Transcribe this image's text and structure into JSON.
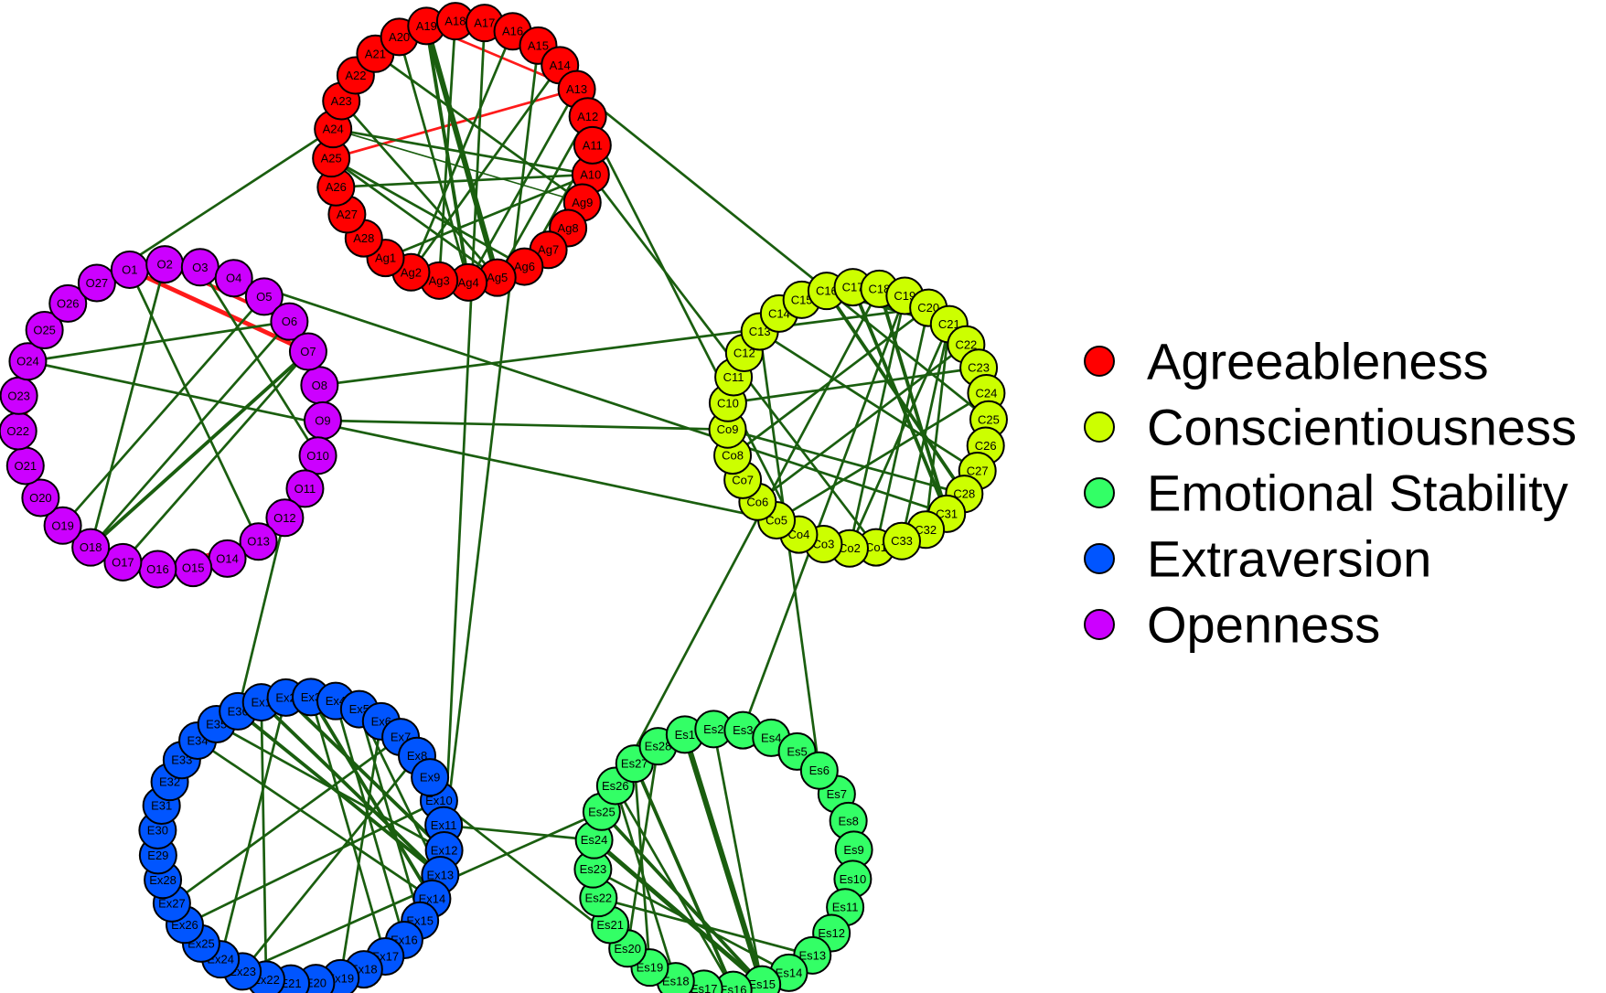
{
  "legend": [
    {
      "label": "Agreeableness",
      "color": "#ff0000"
    },
    {
      "label": "Conscientiousness",
      "color": "#ccff00"
    },
    {
      "label": "Emotional Stability",
      "color": "#33ff66"
    },
    {
      "label": "Extraversion",
      "color": "#0055ff"
    },
    {
      "label": "Openness",
      "color": "#cc00ff"
    }
  ],
  "edge_colors": {
    "positive": "#1a5e0f",
    "negative": "#ff1a1a"
  },
  "groups": [
    {
      "id": "agreeableness",
      "color": "#ff0000",
      "nodes": [
        "A10",
        "Ag9",
        "Ag8",
        "Ag7",
        "Ag6",
        "Ag5",
        "Ag4",
        "Ag3",
        "Ag2",
        "Ag1",
        "A28",
        "A27",
        "A26",
        "A25",
        "A24",
        "A23",
        "A22",
        "A21",
        "A20",
        "A19",
        "A18",
        "A17",
        "A16",
        "A15",
        "A14",
        "A13",
        "A12",
        "A11"
      ]
    },
    {
      "id": "conscientiousness",
      "color": "#ccff00",
      "nodes": [
        "Co1",
        "Co2",
        "Co3",
        "Co4",
        "Co5",
        "Co6",
        "Co7",
        "Co8",
        "Co9",
        "C10",
        "C11",
        "C12",
        "C13",
        "C14",
        "C15",
        "C16",
        "C17",
        "C18",
        "C19",
        "C20",
        "C21",
        "C22",
        "C23",
        "C24",
        "C25",
        "C26",
        "C27",
        "C28",
        "C31",
        "C32",
        "C33"
      ]
    },
    {
      "id": "emotional-stability",
      "color": "#33ff66",
      "nodes": [
        "Es7",
        "Es8",
        "Es9",
        "Es10",
        "Es11",
        "Es12",
        "Es13",
        "Es14",
        "Es15",
        "Es16",
        "Es17",
        "Es18",
        "Es19",
        "Es20",
        "Es21",
        "Es22",
        "Es23",
        "Es24",
        "Es25",
        "Es26",
        "Es27",
        "Es28",
        "Es1",
        "Es2",
        "Es3",
        "Es4",
        "Es5",
        "Es6"
      ]
    },
    {
      "id": "extraversion",
      "color": "#0055ff",
      "nodes": [
        "Ex10",
        "Ex11",
        "Ex12",
        "Ex13",
        "Ex14",
        "Ex15",
        "Ex16",
        "Ex17",
        "Ex18",
        "Ex19",
        "E20",
        "E21",
        "Ex22",
        "Ex23",
        "Ex24",
        "Ex25",
        "Ex26",
        "Ex27",
        "Ex28",
        "E29",
        "E30",
        "E31",
        "E32",
        "E33",
        "E34",
        "E35",
        "E36",
        "Ex1",
        "Ex2",
        "Ex3",
        "Ex4",
        "Ex5",
        "Ex6",
        "Ex7",
        "Ex8",
        "Ex9"
      ]
    },
    {
      "id": "openness",
      "color": "#cc00ff",
      "nodes": [
        "O8",
        "O9",
        "O10",
        "O11",
        "O12",
        "O13",
        "O14",
        "O15",
        "O16",
        "O17",
        "O18",
        "O19",
        "O20",
        "O21",
        "O22",
        "O23",
        "O24",
        "O25",
        "O26",
        "O27",
        "O1",
        "O2",
        "O3",
        "O4",
        "O5",
        "O6",
        "O7"
      ]
    }
  ],
  "edges": [
    {
      "from": "A25",
      "to": "Ag5",
      "sign": "pos",
      "weight": 2
    },
    {
      "from": "A25",
      "to": "Ag6",
      "sign": "pos",
      "weight": 2
    },
    {
      "from": "A26",
      "to": "A10",
      "sign": "pos",
      "weight": 2
    },
    {
      "from": "A25",
      "to": "A13",
      "sign": "neg",
      "weight": 2
    },
    {
      "from": "A24",
      "to": "A10",
      "sign": "pos",
      "weight": 2
    },
    {
      "from": "A24",
      "to": "Ag9",
      "sign": "pos",
      "weight": 1
    },
    {
      "from": "A23",
      "to": "Ag5",
      "sign": "pos",
      "weight": 2
    },
    {
      "from": "A21",
      "to": "Ag9",
      "sign": "pos",
      "weight": 2
    },
    {
      "from": "A20",
      "to": "Ag4",
      "sign": "pos",
      "weight": 2
    },
    {
      "from": "A19",
      "to": "Ag5",
      "sign": "pos",
      "weight": 5
    },
    {
      "from": "A19",
      "to": "Ag4",
      "sign": "pos",
      "weight": 3
    },
    {
      "from": "A19",
      "to": "A13",
      "sign": "neg",
      "weight": 2
    },
    {
      "from": "A18",
      "to": "Ag3",
      "sign": "pos",
      "weight": 2
    },
    {
      "from": "A14",
      "to": "Ag2",
      "sign": "pos",
      "weight": 2
    },
    {
      "from": "A16",
      "to": "Ag2",
      "sign": "pos",
      "weight": 2
    },
    {
      "from": "A13",
      "to": "Ag4",
      "sign": "pos",
      "weight": 2
    },
    {
      "from": "A12",
      "to": "Ag5",
      "sign": "pos",
      "weight": 2
    },
    {
      "from": "Ag1",
      "to": "A10",
      "sign": "pos",
      "weight": 2
    },
    {
      "from": "Ag6",
      "to": "A11",
      "sign": "pos",
      "weight": 2
    },
    {
      "from": "A24",
      "to": "O27",
      "sign": "pos",
      "weight": 2
    },
    {
      "from": "A15",
      "to": "Ex13",
      "sign": "pos",
      "weight": 2
    },
    {
      "from": "A17",
      "to": "Ex12",
      "sign": "pos",
      "weight": 2
    },
    {
      "from": "A10",
      "to": "Co1",
      "sign": "pos",
      "weight": 2
    },
    {
      "from": "A13",
      "to": "C25",
      "sign": "pos",
      "weight": 2
    },
    {
      "from": "A14",
      "to": "Co4",
      "sign": "pos",
      "weight": 2
    },
    {
      "from": "O24",
      "to": "Co5",
      "sign": "pos",
      "weight": 2
    },
    {
      "from": "O4",
      "to": "C31",
      "sign": "pos",
      "weight": 2
    },
    {
      "from": "O9",
      "to": "Co9",
      "sign": "pos",
      "weight": 2
    },
    {
      "from": "O8",
      "to": "C20",
      "sign": "pos",
      "weight": 2
    },
    {
      "from": "O1",
      "to": "O7",
      "sign": "neg",
      "weight": 4
    },
    {
      "from": "O2",
      "to": "O6",
      "sign": "neg",
      "weight": 3
    },
    {
      "from": "O24",
      "to": "O21",
      "sign": "neg",
      "weight": 2
    },
    {
      "from": "O16",
      "to": "O13",
      "sign": "neg",
      "weight": 4
    },
    {
      "from": "O24",
      "to": "O6",
      "sign": "pos",
      "weight": 2
    },
    {
      "from": "O7",
      "to": "O18",
      "sign": "pos",
      "weight": 3
    },
    {
      "from": "O7",
      "to": "O17",
      "sign": "pos",
      "weight": 2
    },
    {
      "from": "O6",
      "to": "O18",
      "sign": "pos",
      "weight": 2
    },
    {
      "from": "O5",
      "to": "O19",
      "sign": "pos",
      "weight": 2
    },
    {
      "from": "O3",
      "to": "O10",
      "sign": "pos",
      "weight": 2
    },
    {
      "from": "O1",
      "to": "O13",
      "sign": "pos",
      "weight": 2
    },
    {
      "from": "O2",
      "to": "O18",
      "sign": "pos",
      "weight": 2
    },
    {
      "from": "O18",
      "to": "Ex35",
      "sign": "pos",
      "weight": 2
    },
    {
      "from": "O12",
      "to": "E36",
      "sign": "pos",
      "weight": 2
    },
    {
      "from": "C31",
      "to": "C17",
      "sign": "pos",
      "weight": 3
    },
    {
      "from": "C31",
      "to": "C18",
      "sign": "pos",
      "weight": 3
    },
    {
      "from": "C28",
      "to": "C16",
      "sign": "pos",
      "weight": 3
    },
    {
      "from": "Co1",
      "to": "C20",
      "sign": "pos",
      "weight": 2
    },
    {
      "from": "C33",
      "to": "C21",
      "sign": "pos",
      "weight": 2
    },
    {
      "from": "C32",
      "to": "C21",
      "sign": "pos",
      "weight": 2
    },
    {
      "from": "Co2",
      "to": "C21",
      "sign": "pos",
      "weight": 2
    },
    {
      "from": "C21",
      "to": "C16",
      "sign": "pos",
      "weight": 4
    },
    {
      "from": "C21",
      "to": "C17",
      "sign": "pos",
      "weight": 3
    },
    {
      "from": "C27",
      "to": "C13",
      "sign": "pos",
      "weight": 2
    },
    {
      "from": "C23",
      "to": "C10",
      "sign": "pos",
      "weight": 2
    },
    {
      "from": "C22",
      "to": "Co6",
      "sign": "pos",
      "weight": 2
    },
    {
      "from": "C24",
      "to": "Co5",
      "sign": "pos",
      "weight": 2
    },
    {
      "from": "C28",
      "to": "Co9",
      "sign": "pos",
      "weight": 2
    },
    {
      "from": "C20",
      "to": "Co8",
      "sign": "pos",
      "weight": 2
    },
    {
      "from": "Co2",
      "to": "C19",
      "sign": "pos",
      "weight": 2
    },
    {
      "from": "C18",
      "to": "Es25",
      "sign": "pos",
      "weight": 2
    },
    {
      "from": "C13",
      "to": "Es6",
      "sign": "pos",
      "weight": 2
    },
    {
      "from": "C19",
      "to": "Es3",
      "sign": "pos",
      "weight": 2
    },
    {
      "from": "Es2",
      "to": "Es6",
      "sign": "neg",
      "weight": 3
    },
    {
      "from": "Es1",
      "to": "Es15",
      "sign": "pos",
      "weight": 5
    },
    {
      "from": "Es27",
      "to": "Es16",
      "sign": "pos",
      "weight": 3
    },
    {
      "from": "Es26",
      "to": "Es16",
      "sign": "pos",
      "weight": 2
    },
    {
      "from": "Es25",
      "to": "Es15",
      "sign": "pos",
      "weight": 3
    },
    {
      "from": "Es24",
      "to": "Es15",
      "sign": "pos",
      "weight": 4
    },
    {
      "from": "Es23",
      "to": "Es14",
      "sign": "pos",
      "weight": 2
    },
    {
      "from": "Es22",
      "to": "Es13",
      "sign": "pos",
      "weight": 2
    },
    {
      "from": "Es21",
      "to": "Es17",
      "sign": "pos",
      "weight": 2
    },
    {
      "from": "Es20",
      "to": "Es28",
      "sign": "pos",
      "weight": 2
    },
    {
      "from": "Es19",
      "to": "Es27",
      "sign": "pos",
      "weight": 2
    },
    {
      "from": "Es18",
      "to": "Es26",
      "sign": "pos",
      "weight": 2
    },
    {
      "from": "Es15",
      "to": "Es2",
      "sign": "pos",
      "weight": 2
    },
    {
      "from": "Es24",
      "to": "Ex11",
      "sign": "pos",
      "weight": 2
    },
    {
      "from": "Es25",
      "to": "Ex23",
      "sign": "pos",
      "weight": 2
    },
    {
      "from": "Es20",
      "to": "Ex10",
      "sign": "pos",
      "weight": 2
    },
    {
      "from": "E36",
      "to": "Ex13",
      "sign": "pos",
      "weight": 3
    },
    {
      "from": "Ex1",
      "to": "Ex13",
      "sign": "pos",
      "weight": 3
    },
    {
      "from": "Ex2",
      "to": "Ex12",
      "sign": "pos",
      "weight": 3
    },
    {
      "from": "Ex3",
      "to": "Ex14",
      "sign": "pos",
      "weight": 3
    },
    {
      "from": "Ex4",
      "to": "Ex16",
      "sign": "pos",
      "weight": 2
    },
    {
      "from": "Ex5",
      "to": "Ex13",
      "sign": "pos",
      "weight": 2
    },
    {
      "from": "Ex6",
      "to": "Ex19",
      "sign": "pos",
      "weight": 2
    },
    {
      "from": "E35",
      "to": "Ex12",
      "sign": "pos",
      "weight": 2
    },
    {
      "from": "E34",
      "to": "Ex14",
      "sign": "pos",
      "weight": 2
    },
    {
      "from": "Ex1",
      "to": "Ex22",
      "sign": "pos",
      "weight": 2
    },
    {
      "from": "Ex2",
      "to": "Ex24",
      "sign": "pos",
      "weight": 2
    },
    {
      "from": "Ex3",
      "to": "Ex17",
      "sign": "pos",
      "weight": 2
    },
    {
      "from": "Ex27",
      "to": "Ex7",
      "sign": "pos",
      "weight": 2
    },
    {
      "from": "Ex26",
      "to": "Ex10",
      "sign": "pos",
      "weight": 2
    },
    {
      "from": "Ex23",
      "to": "Ex8",
      "sign": "pos",
      "weight": 2
    },
    {
      "from": "Ex5",
      "to": "Ex15",
      "sign": "pos",
      "weight": 2
    }
  ]
}
